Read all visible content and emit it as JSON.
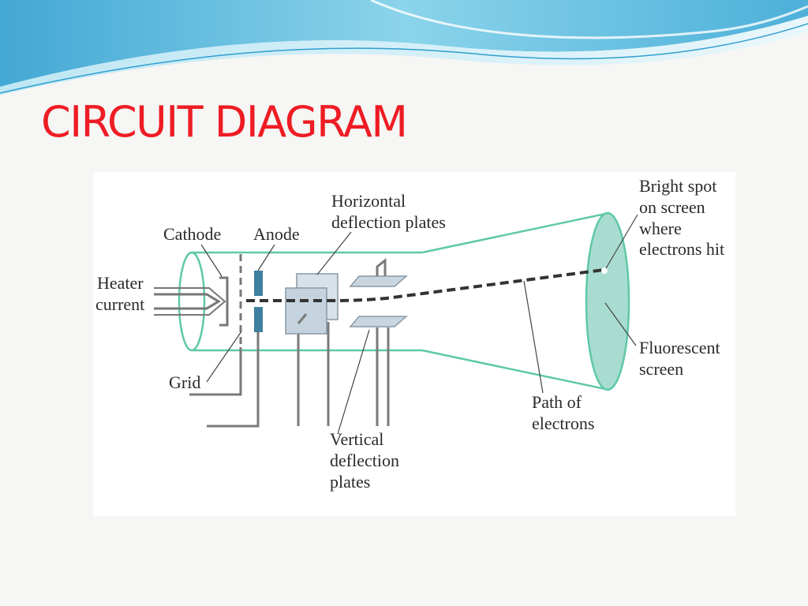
{
  "slide": {
    "title": "CIRCUIT DIAGRAM"
  },
  "colors": {
    "title": "#ee1c24",
    "tube_outline": "#5fc8a8",
    "screen_fill": "#a9dcd0",
    "anode": "#3f7fa0",
    "plates_fill": "#c9d6df",
    "header_wave": "#4fb3d9"
  },
  "diagram": {
    "labels": {
      "cathode": "Cathode",
      "anode": "Anode",
      "horizontal_plates": [
        "Horizontal",
        "deflection plates"
      ],
      "bright_spot": [
        "Bright spot",
        "on screen",
        "where",
        "electrons hit"
      ],
      "heater_current": [
        "Heater",
        "current"
      ],
      "grid": "Grid",
      "fluorescent_screen": [
        "Fluorescent",
        "screen"
      ],
      "path_of_electrons": [
        "Path of",
        "electrons"
      ],
      "vertical_plates": [
        "Vertical",
        "deflection",
        "plates"
      ]
    }
  }
}
